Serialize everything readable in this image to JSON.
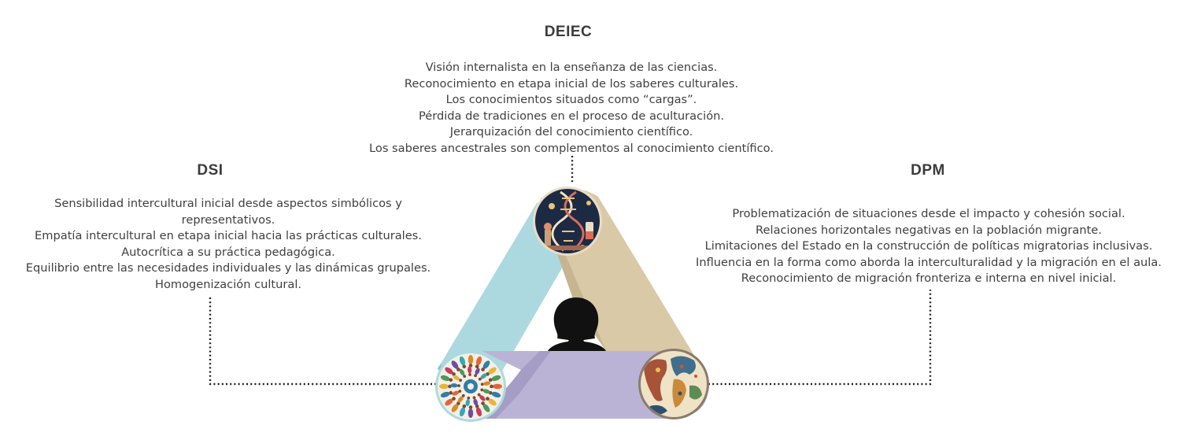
{
  "deiec": {
    "title": "DEIEC",
    "lines": [
      "Visión internalista en la enseñanza de las ciencias.",
      "Reconocimiento en etapa inicial de los saberes culturales.",
      "Los conocimientos situados como “cargas”.",
      "Pérdida de tradiciones en el proceso de aculturación.",
      "Jerarquización del conocimiento científico.",
      "Los saberes ancestrales son complementos al conocimiento científico."
    ]
  },
  "dsi": {
    "title": "DSI",
    "lines": [
      "Sensibilidad intercultural inicial desde aspectos simbólicos y",
      "representativos.",
      "Empatía intercultural en etapa inicial hacia las prácticas culturales.",
      "Autocrítica a su práctica pedagógica.",
      "Equilibrio entre las necesidades individuales y las dinámicas grupales.",
      "Homogenización cultural."
    ]
  },
  "dpm": {
    "title": "DPM",
    "lines": [
      "Problematización de situaciones desde el impacto y cohesión social.",
      "Relaciones horizontales negativas en la población migrante.",
      "Limitaciones del Estado en la construcción de políticas migratorias inclusivas.",
      "Influencia en la forma como aborda la interculturalidad y la migración en el aula.",
      "Reconocimiento de migración fronteriza e interna en nivel inicial."
    ]
  },
  "colors": {
    "teal_band": "#acd9df",
    "tan_band": "#d9c9a7",
    "lavender_band": "#bbb3d6",
    "connector": "#222222",
    "icon_bg": "#1d2a44"
  },
  "icons": [
    "dna-science-icon",
    "diverse-people-circle-icon",
    "world-map-icon",
    "person-silhouette-icon"
  ]
}
